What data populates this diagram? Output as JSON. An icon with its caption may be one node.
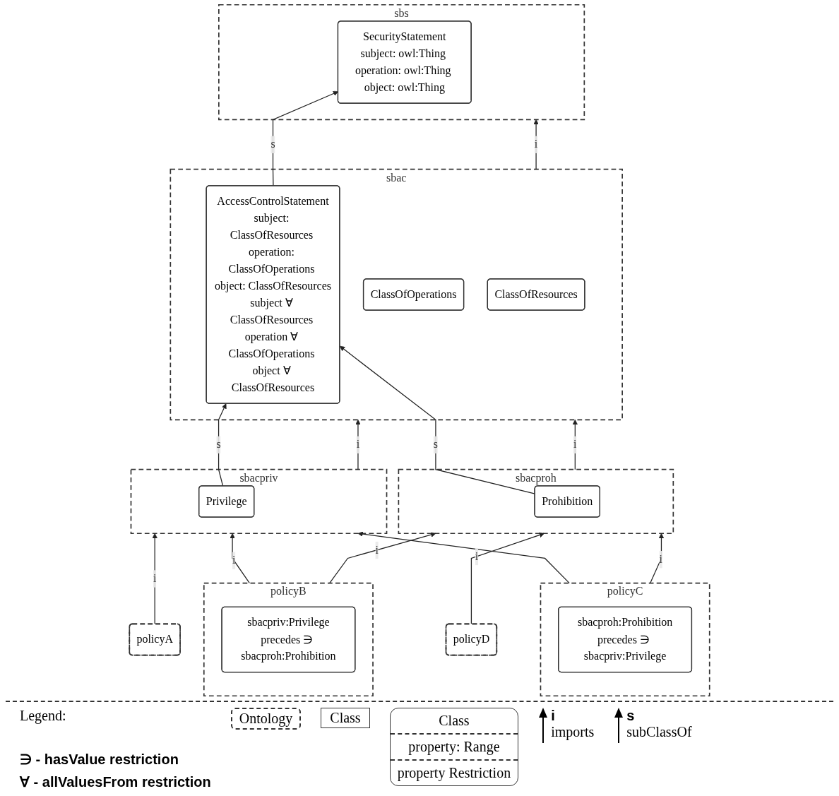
{
  "diagram": {
    "nodes": [
      {
        "text": [
          "sbac"
        ]
      },
      {
        "text": [
          "ClassOfResources"
        ],
        "in": 0
      },
      {
        "text": [
          "ClassOfOperations"
        ],
        "in": 0
      },
      {
        "text": [
          "AccessControlStatement",
          "subject: ClassOfResources operation: ClassOfOperations object: ClassOfResources",
          "subject ∀ ClassOfResources operation ∀ ClassOfOperations object ∀ ClassOfResources"
        ],
        "in": 0
      },
      {
        "text": [
          "sbs"
        ]
      },
      {
        "text": [
          "SecurityStatement",
          "subject: owl:Thing operation: owl:Thing object: owl:Thing"
        ],
        "in": 4
      },
      {
        "text": [
          "policyA"
        ]
      },
      {
        "text": [
          "sbacpriv"
        ]
      },
      {
        "text": [
          "Privilege"
        ],
        "in": 7
      },
      {
        "text": [
          "sbacproh"
        ]
      },
      {
        "text": [
          "Prohibition"
        ],
        "in": 9
      },
      {
        "text": [
          "policyD"
        ]
      },
      {
        "text": [
          "policyB"
        ]
      },
      {
        "text": [
          "sbacpriv:Privilege",
          "precedes ∋ sbacproh:Prohibition"
        ],
        "in": 12
      },
      {
        "text": [
          "policyC"
        ]
      },
      {
        "text": [
          "sbacproh:Prohibition",
          "precedes ∋ sbacpriv:Privilege"
        ],
        "in": 14
      }
    ],
    "edges": [
      {
        "from": 0,
        "to": 4,
        "arrow": "to",
        "label": "i"
      },
      {
        "from": 3,
        "to": 5,
        "arrow": "to",
        "label": "s"
      },
      {
        "from": 7,
        "to": 0,
        "arrow": "to",
        "label": "i"
      },
      {
        "from": 8,
        "to": 3,
        "arrow": "to",
        "label": "s"
      },
      {
        "from": 10,
        "to": 3,
        "arrow": "to",
        "label": "s"
      },
      {
        "from": 9,
        "to": 0,
        "arrow": "to",
        "label": "i"
      },
      {
        "from": 6,
        "to": 7,
        "arrow": "to",
        "label": "i"
      },
      {
        "from": 11,
        "to": 9,
        "arrow": "to",
        "label": "i"
      },
      {
        "from": 12,
        "to": 7,
        "arrow": "to",
        "label": "i"
      },
      {
        "from": 12,
        "to": 9,
        "arrow": "to",
        "label": "i"
      },
      {
        "from": 14,
        "to": 7,
        "arrow": "to"
      },
      {
        "from": 14,
        "to": 9,
        "arrow": "to",
        "label": "i"
      }
    ],
    "labels": [
      "Legend:",
      "Class",
      "property: Range",
      "property Restriction",
      "i",
      "s",
      "∋ - hasValue restriction",
      "∀ - allValuesFrom restriction"
    ],
    "legend": [
      {
        "text": "Ontology"
      },
      {
        "text": "Class"
      },
      {
        "text": "imports"
      },
      {
        "text": "subClassOf"
      }
    ]
  }
}
